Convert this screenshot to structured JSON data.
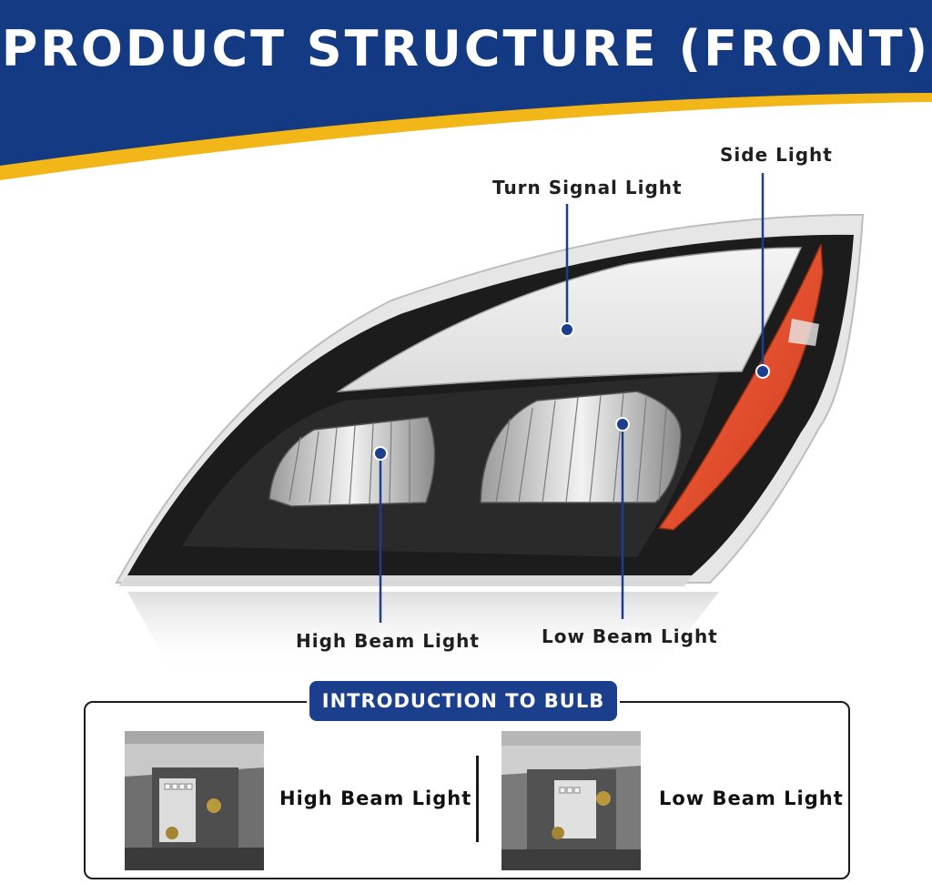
{
  "header": {
    "title": "PRODUCT STRUCTURE (FRONT)",
    "bg_color": "#143a84",
    "stripe_color": "#f2b619"
  },
  "callouts": {
    "side_light": "Side Light",
    "turn_signal_light": "Turn Signal Light",
    "high_beam_light": "High Beam Light",
    "low_beam_light": "Low Beam Light",
    "pointer_color": "#1b3f8c"
  },
  "bulb_section": {
    "title": "INTRODUCTION TO BULB",
    "items": [
      {
        "label": "High Beam Light"
      },
      {
        "label": "Low Beam Light"
      }
    ]
  }
}
